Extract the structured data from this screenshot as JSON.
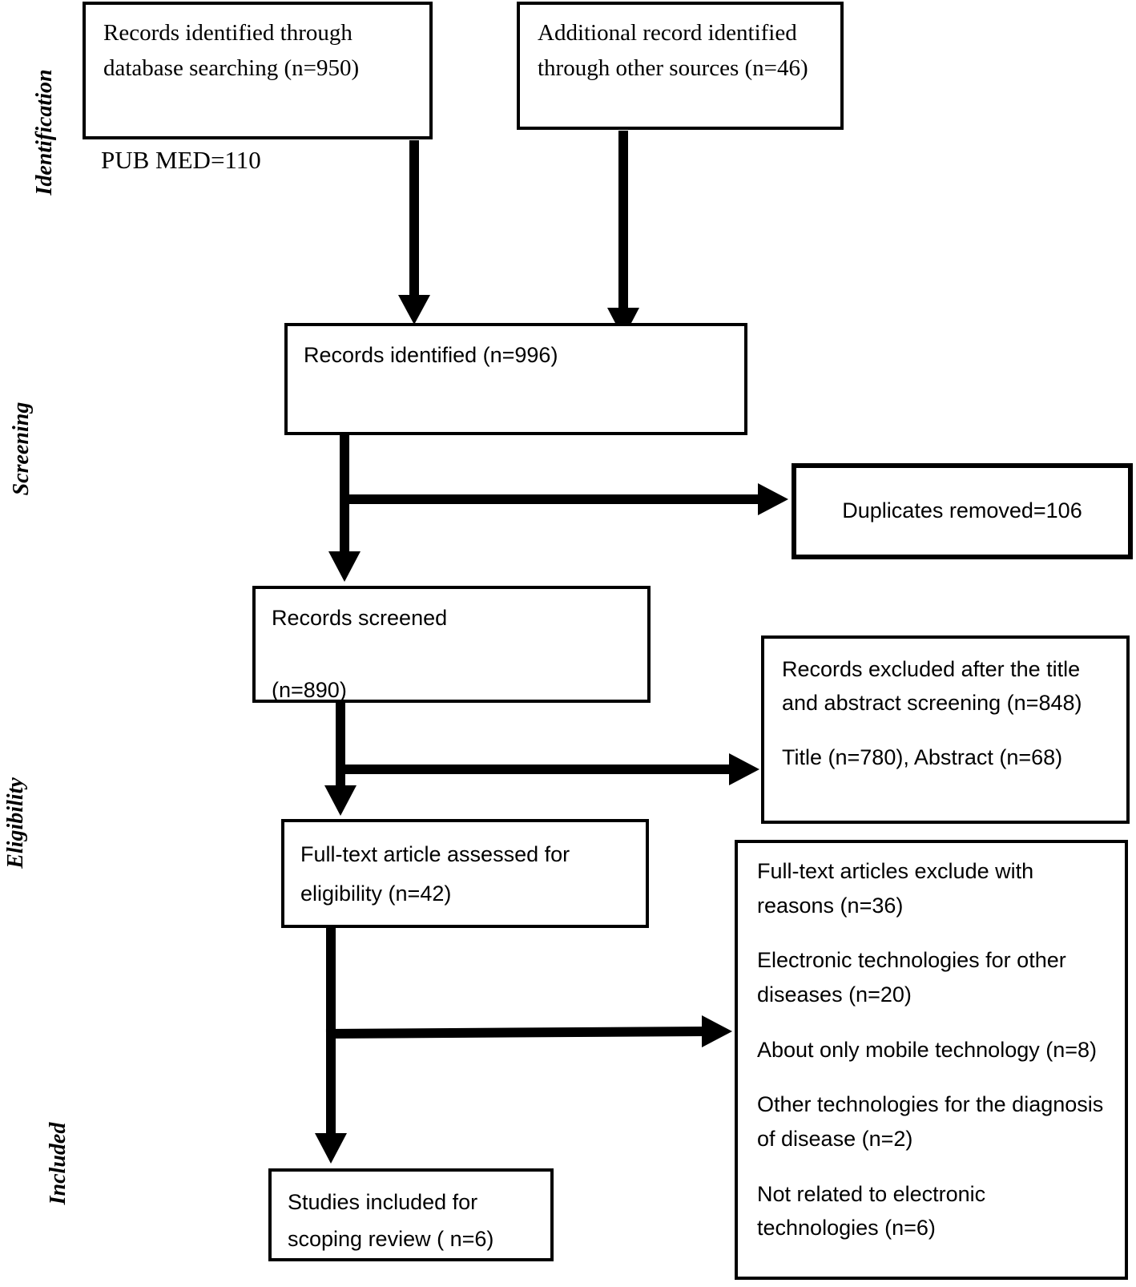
{
  "diagram": {
    "stage_labels": [
      {
        "text": "Identification"
      },
      {
        "text": "Screening"
      },
      {
        "text": "Eligibility"
      },
      {
        "text": "Included"
      }
    ],
    "boxes": {
      "database": {
        "text": "Records identified through database searching (n=950)"
      },
      "other_sources": {
        "text": "Additional record identified through other sources (n=46)"
      },
      "pubmed_note": "PUB MED=110",
      "records_identified": {
        "text": "Records identified (n=996)"
      },
      "duplicates": {
        "text": "Duplicates removed=106"
      },
      "screened": {
        "lines": [
          "Records screened",
          "(n=890)"
        ]
      },
      "excluded_screening": {
        "paragraphs": [
          "Records excluded after the title and abstract screening (n=848)",
          "Title (n=780), Abstract (n=68)"
        ]
      },
      "fulltext": {
        "text": "Full-text article assessed for eligibility (n=42)"
      },
      "excluded_fulltext": {
        "paragraphs": [
          "Full-text articles exclude with reasons (n=36)",
          "Electronic technologies for other diseases (n=20)",
          "About only mobile technology (n=8)",
          "Other technologies for the diagnosis of disease (n=2)",
          "Not related to electronic technologies (n=6)"
        ]
      },
      "included": {
        "text": "Studies included for scoping review ( n=6)"
      }
    }
  }
}
